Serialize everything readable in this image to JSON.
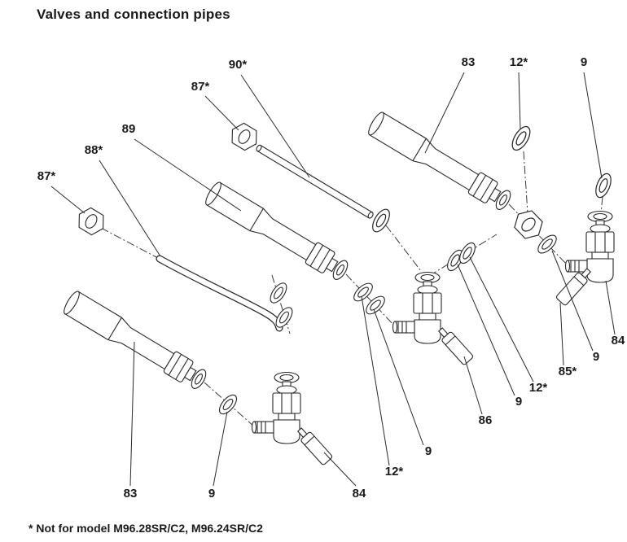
{
  "title": "Valves and connection pipes",
  "footnote": "* Not for model M96.28SR/C2, M96.24SR/C2",
  "labels": {
    "pipe90": "90*",
    "nut87_top": "87*",
    "pipe83_top": "83",
    "washer12_top": "12*",
    "washer9_top": "9",
    "pipe89": "89",
    "pipe88": "88*",
    "nut87_left": "87*",
    "valve84_right": "84",
    "washer9_right": "9",
    "handle85": "85*",
    "washer12_mid": "12*",
    "washer9_mid": "9",
    "handle86": "86",
    "washer9_center": "9",
    "washer12_center": "12*",
    "pipe83_bottom": "83",
    "washer9_bottom": "9",
    "valve84_bottom": "84"
  },
  "colors": {
    "line": "#262626",
    "background": "#ffffff"
  }
}
